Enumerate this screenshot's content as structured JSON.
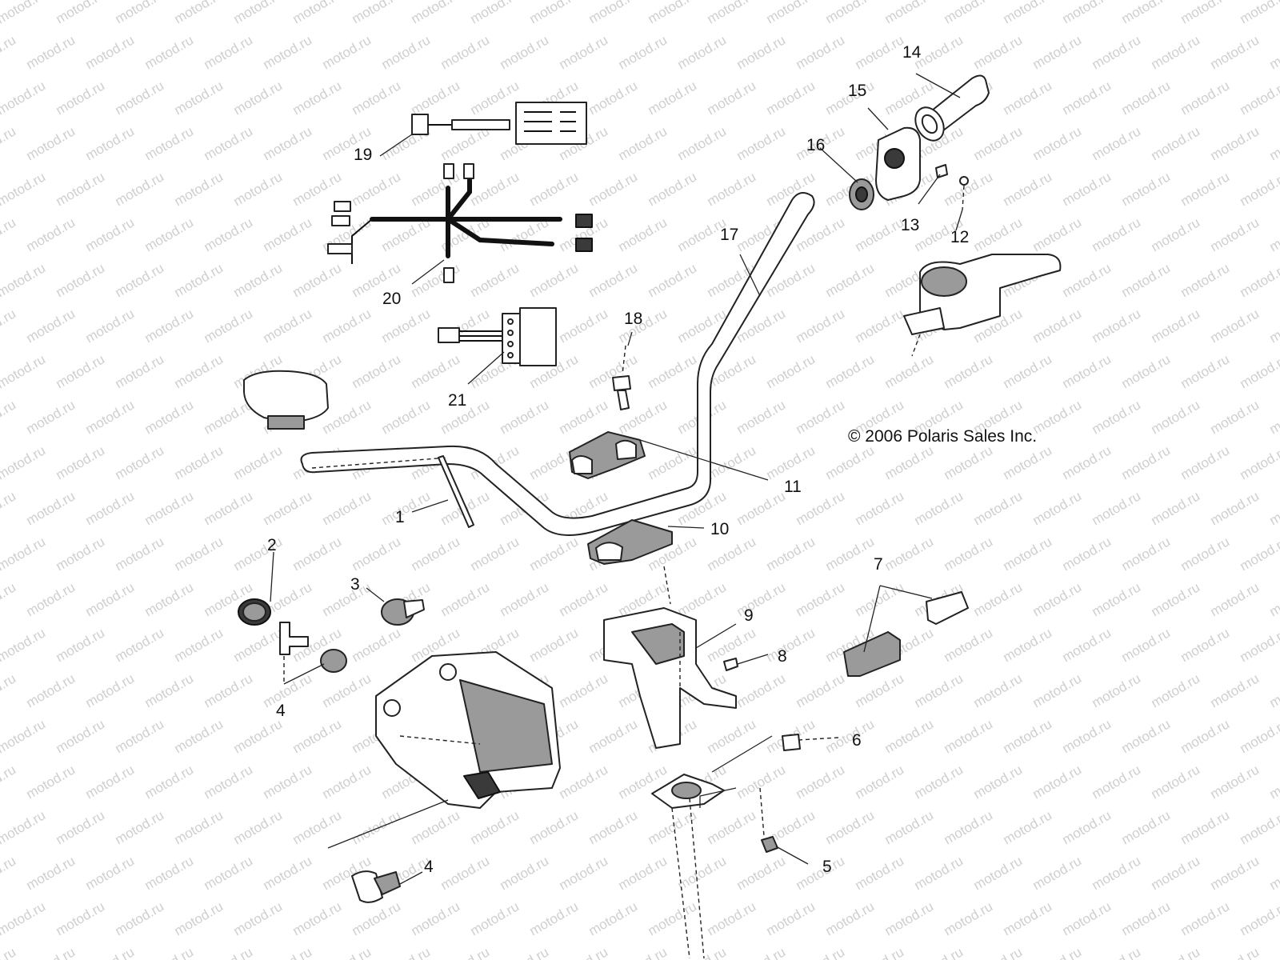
{
  "watermark": "motod.ru",
  "copyright": "© 2006 Polaris Sales Inc.",
  "callouts": {
    "c1": "1",
    "c2": "2",
    "c3": "3",
    "c4a": "4",
    "c4b": "4",
    "c5": "5",
    "c6": "6",
    "c7": "7",
    "c8": "8",
    "c9": "9",
    "c10": "10",
    "c11": "11",
    "c12": "12",
    "c13": "13",
    "c14": "14",
    "c15": "15",
    "c16": "16",
    "c17": "17",
    "c18": "18",
    "c19": "19",
    "c20": "20",
    "c21": "21"
  },
  "colors": {
    "line": "#222222",
    "watermark": "#cfcfcf",
    "background": "#ffffff"
  }
}
